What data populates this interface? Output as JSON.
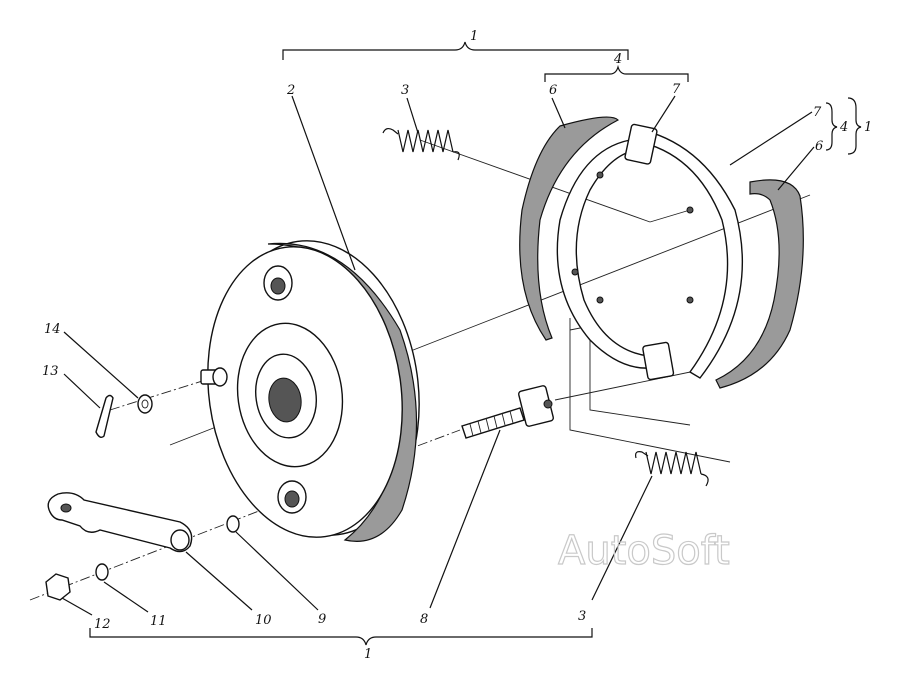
{
  "labels": {
    "top_group": "1",
    "brake_plate": "2",
    "spring_top": "3",
    "shoe_group": "4",
    "lining_left": "6",
    "shoe_left": "7",
    "side_7": "7",
    "side_6": "6",
    "side_4": "4",
    "side_1": "1",
    "pin_14": "14",
    "cotter_13": "13",
    "washer_12": "12",
    "washer_11": "11",
    "lever_10": "10",
    "ring_9": "9",
    "adjuster_8": "8",
    "spring_bottom": "3",
    "bottom_group": "1"
  },
  "watermark": "AutoSoft"
}
